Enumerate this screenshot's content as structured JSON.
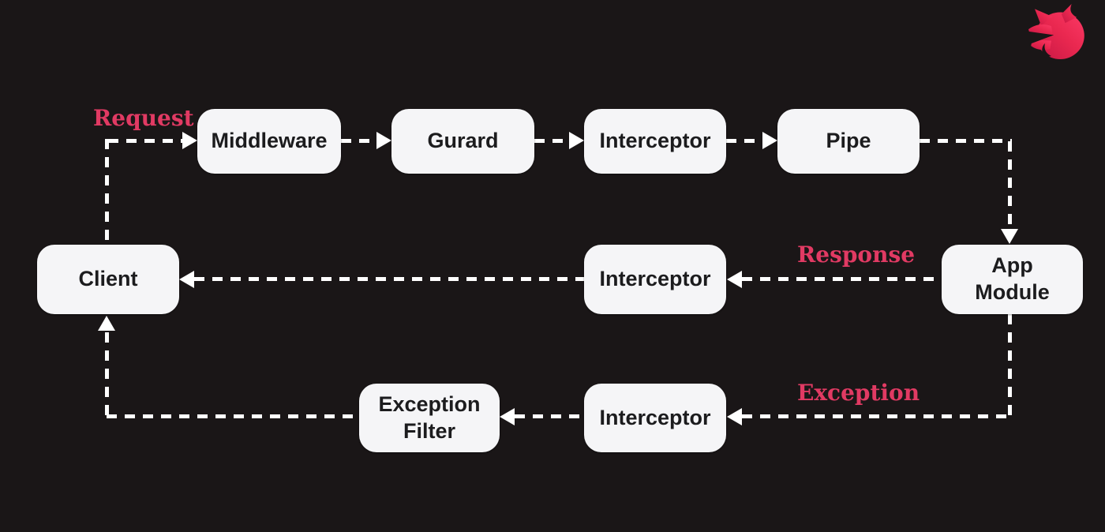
{
  "diagram": {
    "nodes": {
      "middleware": {
        "label": "Middleware"
      },
      "guard": {
        "label": "Gurard"
      },
      "interceptor_top": {
        "label": "Interceptor"
      },
      "pipe": {
        "label": "Pipe"
      },
      "client": {
        "label": "Client"
      },
      "interceptor_mid": {
        "label": "Interceptor"
      },
      "app_module": {
        "label": "App\nModule"
      },
      "exception_filter": {
        "label": "Exception\nFilter"
      },
      "interceptor_bottom": {
        "label": "Interceptor"
      }
    },
    "flow_labels": {
      "request": "Request",
      "response": "Response",
      "exception": "Exception"
    },
    "icons": {
      "logo": "nestjs-logo"
    },
    "colors": {
      "background": "#1a1617",
      "node_fill": "#f5f5f7",
      "node_text": "#1c1c1e",
      "accent_pink": "#e13a63",
      "line": "#ffffff",
      "logo": "#ea2850"
    }
  }
}
